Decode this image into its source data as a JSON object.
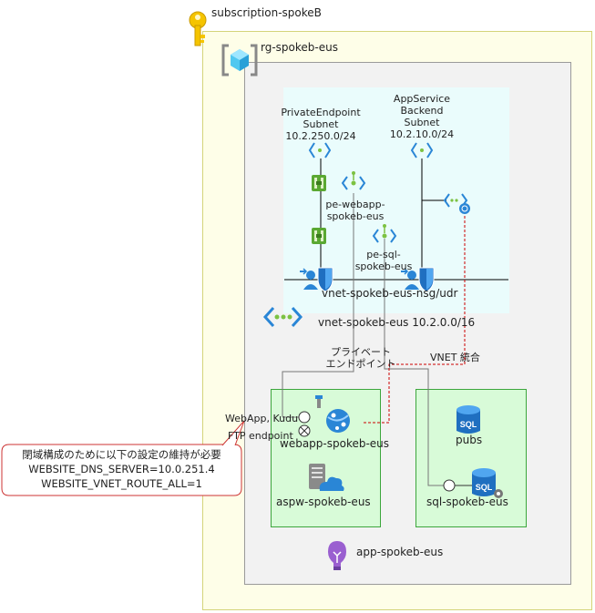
{
  "subscription": {
    "label": "subscription-spokeB"
  },
  "resource_group": {
    "label": "rg-spokeb-eus"
  },
  "vnet": {
    "label": "vnet-spokeb-eus 10.2.0.0/16",
    "nsg_label": "vnet-spokeb-eus-nsg/udr",
    "subnet_pe": {
      "line1": "PrivateEndpoint",
      "line2": "Subnet",
      "line3": "10.2.250.0/24"
    },
    "subnet_app": {
      "line1": "AppService",
      "line2": "Backend",
      "line3": "Subnet",
      "line4": "10.2.10.0/24"
    },
    "pe_webapp": {
      "line1": "pe-webapp-",
      "line2": "spokeb-eus"
    },
    "pe_sql": {
      "line1": "pe-sql-",
      "line2": "spokeb-eus"
    }
  },
  "connections": {
    "private_endpoint": {
      "line1": "プライベート",
      "line2": "エンドポイント"
    },
    "vnet_integration": "VNET 統合"
  },
  "webapp": {
    "endpoint_kudu": "WebApp, Kudu",
    "endpoint_ftp": "FTP endpoint",
    "name": "webapp-spokeb-eus",
    "plan": "aspw-spokeb-eus"
  },
  "sql": {
    "database": "pubs",
    "server": "sql-spokeb-eus"
  },
  "app_insights": {
    "label": "app-spokeb-eus"
  },
  "callout": {
    "line1": "閉域構成のために以下の設定の維持が必要",
    "line2": "WEBSITE_DNS_SERVER=10.0.251.4",
    "line3": "WEBSITE_VNET_ROUTE_ALL=1"
  },
  "colors": {
    "subscription_fill": "#fefee8",
    "vnet_fill": "#eafcfc",
    "plan_fill": "#d8fbd8",
    "plan_border": "#3ca63c",
    "azure_blue": "#1f8fdc",
    "vnet_integration_line": "#cc0000",
    "callout_border": "#cc3333"
  }
}
